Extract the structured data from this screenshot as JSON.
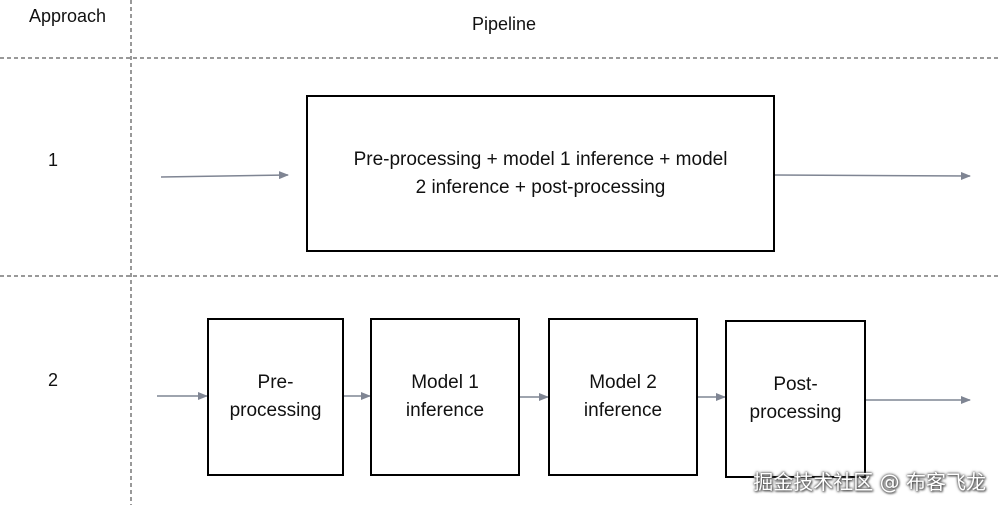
{
  "header": {
    "approach_label": "Approach",
    "pipeline_label": "Pipeline"
  },
  "rows": [
    {
      "approach": "1",
      "stages": [
        {
          "text": "Pre-processing + model 1 inference + model 2 inference + post-processing"
        }
      ]
    },
    {
      "approach": "2",
      "stages": [
        {
          "text": "Pre-processing"
        },
        {
          "text": "Model 1 inference"
        },
        {
          "text": "Model 2 inference"
        },
        {
          "text": "Post-processing"
        }
      ]
    }
  ],
  "watermark": "掘金技术社区 @ 布客飞龙",
  "colors": {
    "arrow": "#7f8593",
    "divider": "#333333",
    "box_border": "#000000"
  }
}
